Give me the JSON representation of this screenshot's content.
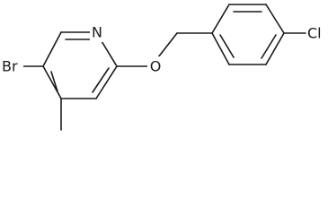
{
  "molecule": {
    "atoms": {
      "nitrogen": "N",
      "oxygen": "O",
      "bromine": "Br",
      "chlorine": "Cl"
    }
  }
}
